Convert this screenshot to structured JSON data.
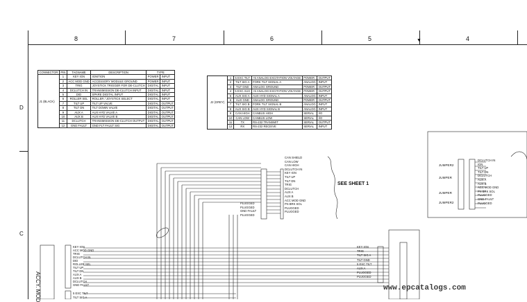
{
  "columns": [
    "8",
    "7",
    "6",
    "5",
    "4"
  ],
  "rows": [
    "D",
    "C"
  ],
  "table1": {
    "headers": [
      "CONNECTOR",
      "PIN",
      "TAGNAME",
      "DESCRIPTION",
      "TYPE"
    ],
    "connector": "J1 (BLACK)",
    "rows": [
      [
        "1",
        "KEY IGN",
        "IGNITION",
        "POWER",
        "INPUT"
      ],
      [
        "2",
        "ACC MOD GND",
        "ACCESSORY MODULE GROUND",
        "POWER",
        "INPUT"
      ],
      [
        "3",
        "TRIG",
        "JOYSTICK TRIGGER FOR DE-CLUTCH",
        "DIGITAL",
        "INPUT"
      ],
      [
        "4",
        "DCLUTCH IN",
        "TRANSMISSION DE-CLUTCH INPUT",
        "DIGITAL",
        "INPUT"
      ],
      [
        "5",
        "DID",
        "SPARE DIGITAL INPUT",
        "DIGITAL",
        "INPUT"
      ],
      [
        "6",
        "ROLLER SEL",
        "ROLLER / JOYSTICK SELECT",
        "DIGITAL",
        "INPUT"
      ],
      [
        "7",
        "TILT UP",
        "TILT UP VALVE",
        "DIGITAL",
        "OUTPUT"
      ],
      [
        "8",
        "TILT DN",
        "TILT DOWN VALVE",
        "DIGITAL",
        "OUTPUT"
      ],
      [
        "9",
        "AUX A",
        "AUX HYD VALVE A",
        "DIGITAL",
        "OUTPUT"
      ],
      [
        "10",
        "AUX B",
        "AUX HYD VALVE B",
        "DIGITAL",
        "OUTPUT"
      ],
      [
        "11",
        "DCLUTCH",
        "TRANSMISSION DE-CLUTCH OUTPUT",
        "DIGITAL",
        "OUTPUT"
      ],
      [
        "12",
        "GND FAULT",
        "GND FLT FAULT SIG",
        "DIGITAL",
        "OUTPUT"
      ]
    ]
  },
  "table2": {
    "connector": "J2 (GREY)",
    "rows": [
      [
        "1",
        "5 EXC TILT",
        "+5 ANALOG EXCITATION VOLTAGE",
        "POWER",
        "OUTPUT"
      ],
      [
        "2",
        "TILT SIG A",
        "FORK TILT SIGNAL A",
        "ANALOG",
        "INPUT"
      ],
      [
        "3",
        "TILT GND",
        "ANALOG GROUND",
        "POWER",
        "OUTPUT"
      ],
      [
        "4",
        "5 EXC AUX",
        "+5 ANALOG EXCITATION VOLTAGE",
        "POWER",
        "OUTPUT"
      ],
      [
        "5",
        "AUX SIG A",
        "AUX HYD SIGNAL A",
        "ANALOG",
        "INPUT"
      ],
      [
        "6",
        "AUX GND",
        "ANALOG GROUND",
        "POWER",
        "OUTPUT"
      ],
      [
        "7",
        "TILT SIG B",
        "FORK TILT SIGNAL B",
        "ANALOG",
        "INPUT"
      ],
      [
        "8",
        "AUX SIG B",
        "AUX HYD SIGNAL B",
        "ANALOG",
        "INPUT"
      ],
      [
        "9",
        "CAN HIGH",
        "CANBUS HIGH",
        "SERIAL",
        "I/O"
      ],
      [
        "10",
        "CAN LOW",
        "CANBUS LOW",
        "SERIAL",
        "I/O"
      ],
      [
        "11",
        "TX",
        "RS-232 TRANSMIT",
        "SERIAL",
        "OUTPUT"
      ],
      [
        "12",
        "RX",
        "RS-232 RECEIVE",
        "SERIAL",
        "INPUT"
      ]
    ]
  },
  "center_labels": [
    "CAN SHIELD",
    "CAN LOW",
    "CAN HIGH",
    "DCLUTCH IN",
    "KEY IGN",
    "TILT UP",
    "TILT DN",
    "TRIG",
    "DCLUTCH",
    "AUX A",
    "AUX B",
    "ACC MOD GND",
    "FN BRK SOL",
    "PLUGGED",
    "PLUGGED"
  ],
  "plugged_left": [
    "PLUGGED",
    "PLUGGED",
    "GND FAULT",
    "PLUGGED"
  ],
  "see_sheet": "SEE SHEET 1",
  "right_labels": [
    "DCLUTCH IN",
    "IGN",
    "TILT UP",
    "TILT DN",
    "DCLUTCH",
    "AUX A",
    "AUX B",
    "ACC MOD GND",
    "FN BRK SOL",
    "PLUGGED",
    "GND FAULT",
    "PLUGGED"
  ],
  "jumpers": [
    "JUMPER2",
    "JUMPER",
    "JUMPER",
    "JUMPER2"
  ],
  "bottom_left_labels": [
    "KEY IGN",
    "ACC MOD GND",
    "TRIG",
    "DCLUTCH IN",
    "DID",
    "ROLLER SEL",
    "TILT UP",
    "TILT DN",
    "AUX A",
    "AUX B",
    "DCLUTCH",
    "GND FAULT"
  ],
  "bottom_left_extra": [
    "5 EXC TILT",
    "TILT SIG A"
  ],
  "accy_mod": "ACCY. MOD",
  "bottom_center_labels": [
    "KEY IGN",
    "TRIG",
    "TILT SIG A",
    "TILT GND",
    "5 EXC TILT",
    "AUX A",
    "PLUGGED",
    "PLUGGED"
  ],
  "watermark": "www.epcatalogs.com"
}
